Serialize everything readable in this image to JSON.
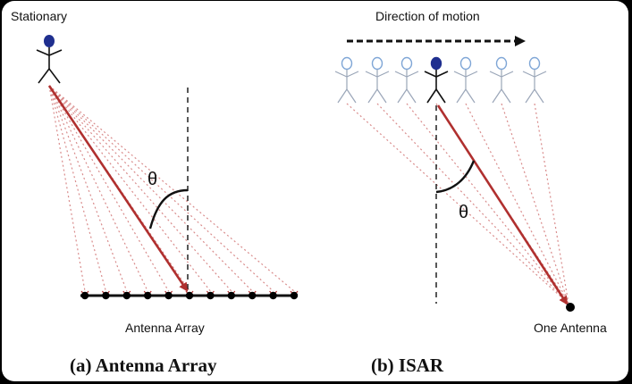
{
  "panel_a": {
    "top_label": "Stationary",
    "bottom_label": "Antenna Array",
    "angle_symbol": "θ",
    "caption": "(a) Antenna Array"
  },
  "panel_b": {
    "top_label": "Direction of motion",
    "bottom_label": "One Antenna",
    "angle_symbol": "θ",
    "caption": "(b) ISAR"
  },
  "colors": {
    "main_arrow": "#b0302f",
    "dotted_rays": "#d98c8c",
    "person_head": "#1f2f8f",
    "ghost_head": "#7fa6d6",
    "antenna": "#000000"
  }
}
